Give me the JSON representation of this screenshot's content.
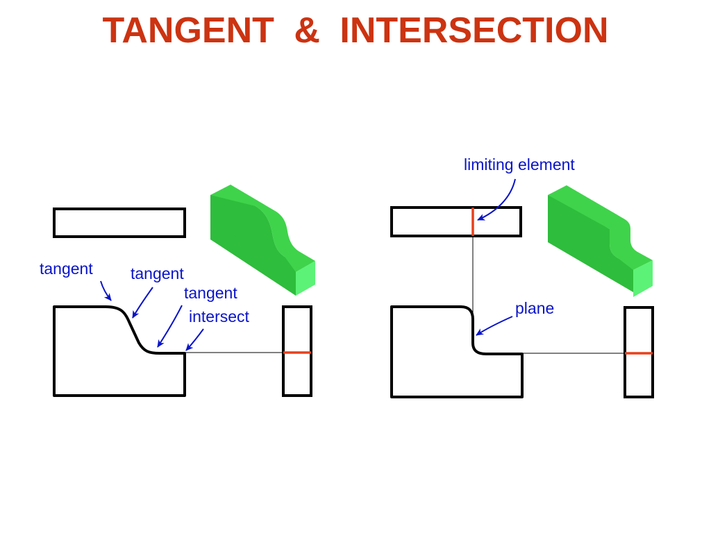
{
  "title": "TANGENT  &  INTERSECTION",
  "colors": {
    "title": "#cc3311",
    "annotation": "#0a14c8",
    "outline": "#000000",
    "edge_highlight": "#e8401c",
    "block_top": "#3fd34b",
    "block_front": "#2ebd3c",
    "block_side": "#5cf277",
    "block_curve": "#78ff8c"
  },
  "left_view": {
    "labels": {
      "tangent_1": "tangent",
      "tangent_2": "tangent",
      "tangent_3": "tangent",
      "intersect": "intersect"
    }
  },
  "right_view": {
    "labels": {
      "limiting_element": "limiting element",
      "plane": "plane"
    }
  }
}
